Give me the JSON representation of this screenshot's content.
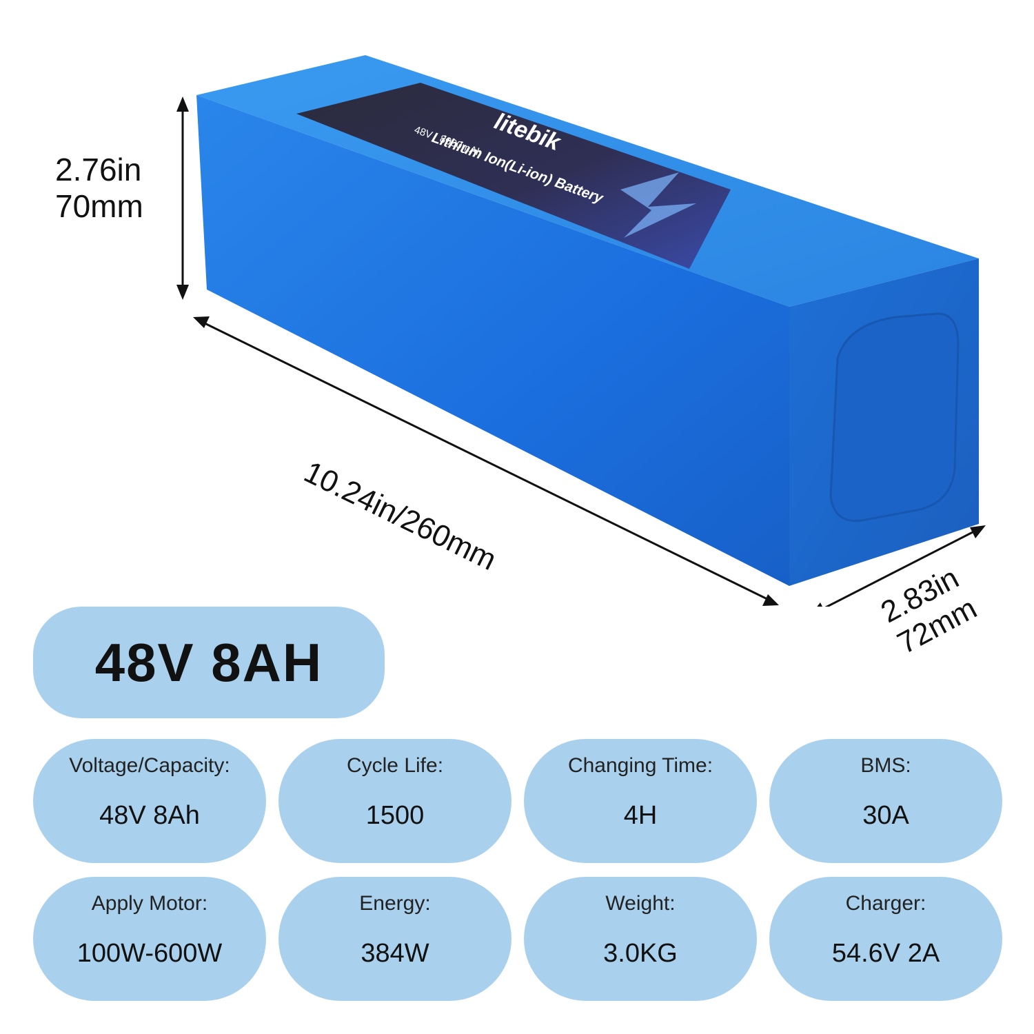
{
  "dimensions": {
    "height": [
      "2.76in",
      "70mm"
    ],
    "length": "10.24in/260mm",
    "width": [
      "2.83in",
      "72mm"
    ]
  },
  "label": {
    "brand": "litebik",
    "product": "Lithium Ion(Li-ion) Battery",
    "voltage": "48V",
    "capacity": "8000mAh"
  },
  "model": "48V 8AH",
  "specs": [
    {
      "label": "Voltage/Capacity:",
      "value": "48V 8Ah"
    },
    {
      "label": "Cycle Life:",
      "value": "1500"
    },
    {
      "label": "Changing Time:",
      "value": "4H"
    },
    {
      "label": "BMS:",
      "value": "30A"
    },
    {
      "label": "Apply Motor:",
      "value": "100W-600W"
    },
    {
      "label": "Energy:",
      "value": "384W"
    },
    {
      "label": "Weight:",
      "value": "3.0KG"
    },
    {
      "label": "Charger:",
      "value": "54.6V 2A"
    }
  ],
  "colors": {
    "battery_top": "#2f8ee8",
    "battery_front": "#1a6fdc",
    "battery_end": "#1c67c9",
    "card_bg": "#a9d0ec",
    "label_bg": "#2a2a3e"
  }
}
